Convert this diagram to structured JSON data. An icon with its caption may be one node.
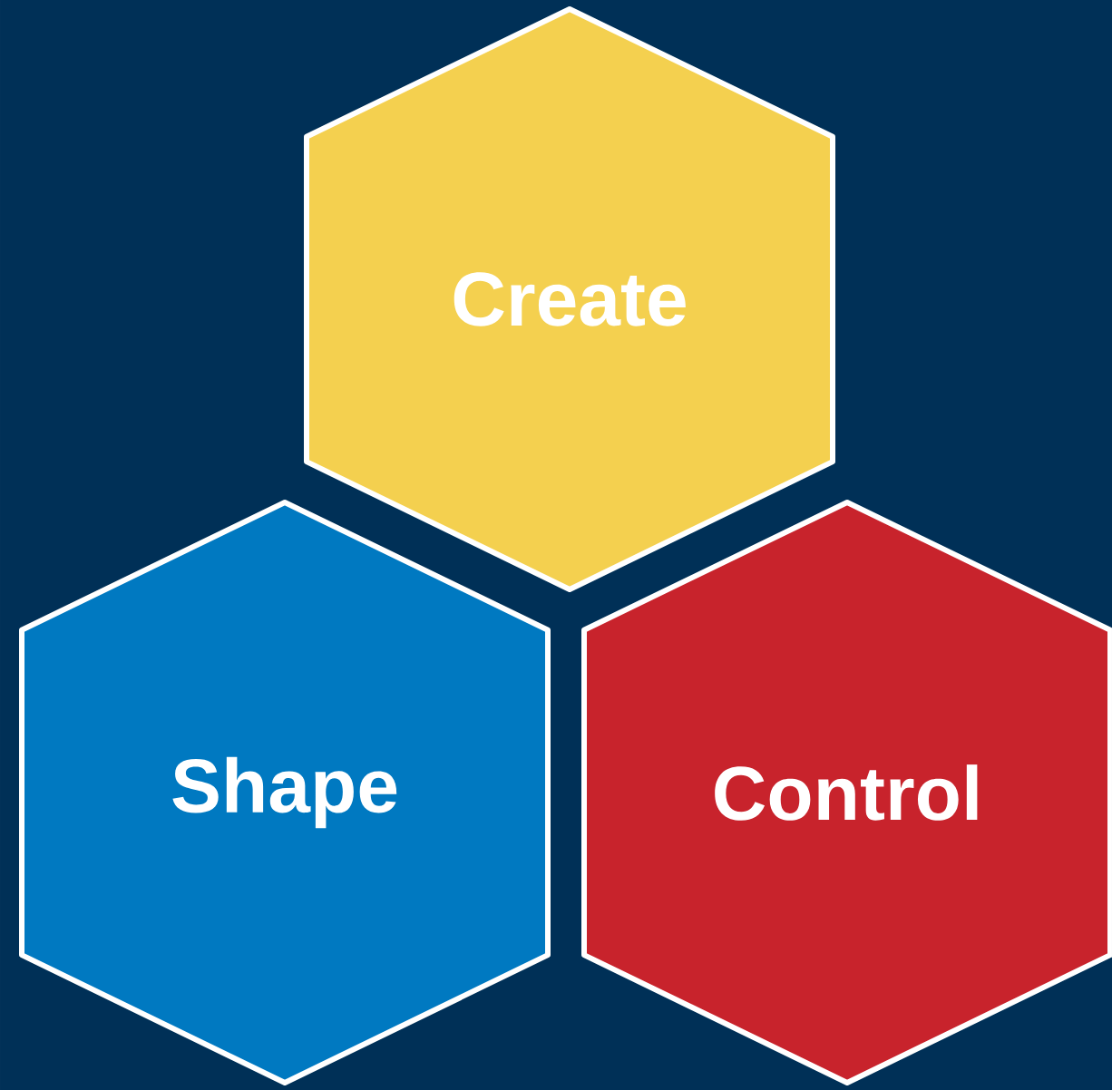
{
  "diagram": {
    "nodes": [
      {
        "text": [
          "Create"
        ]
      },
      {
        "text": [
          "Shape"
        ]
      },
      {
        "text": [
          "Control"
        ]
      }
    ]
  }
}
